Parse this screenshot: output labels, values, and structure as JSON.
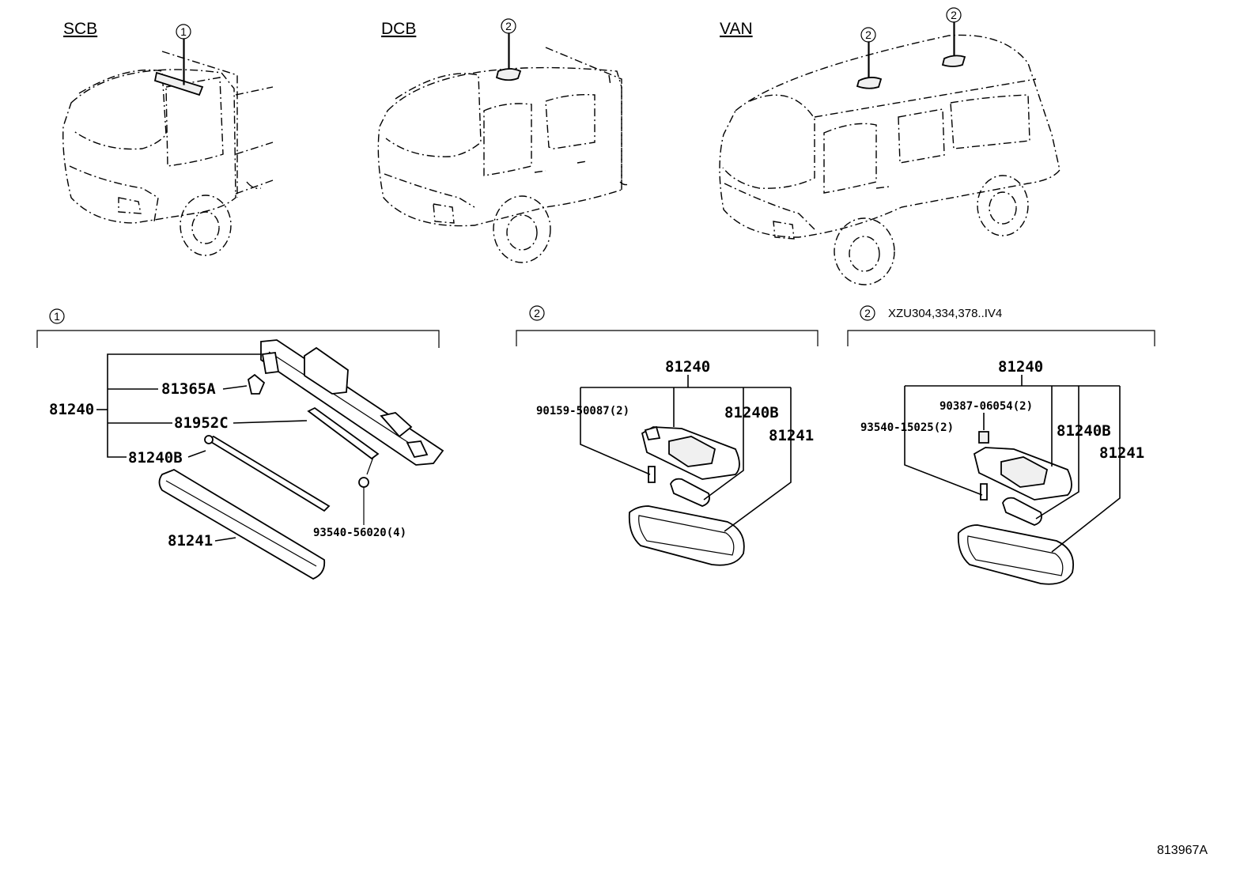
{
  "vehicles": {
    "scb": "SCB",
    "dcb": "DCB",
    "van": "VAN"
  },
  "markers": {
    "one": "1",
    "two": "2"
  },
  "sections": {
    "s1": {
      "marker": "1"
    },
    "s2": {
      "marker": "2"
    },
    "s3": {
      "marker": "2",
      "note": "XZU304,334,378..IV4"
    }
  },
  "parts_s1": {
    "assy": "81240",
    "a": "81365A",
    "b": "81952C",
    "c": "81240B",
    "screw": "93540-56020(4)",
    "lens": "81241"
  },
  "parts_s2": {
    "assy": "81240",
    "screw": "90159-50087(2)",
    "bulb": "81240B",
    "lens": "81241"
  },
  "parts_s3": {
    "assy": "81240",
    "plug": "90387-06054(2)",
    "screw": "93540-15025(2)",
    "bulb": "81240B",
    "lens": "81241"
  },
  "figure_id": "813967A"
}
